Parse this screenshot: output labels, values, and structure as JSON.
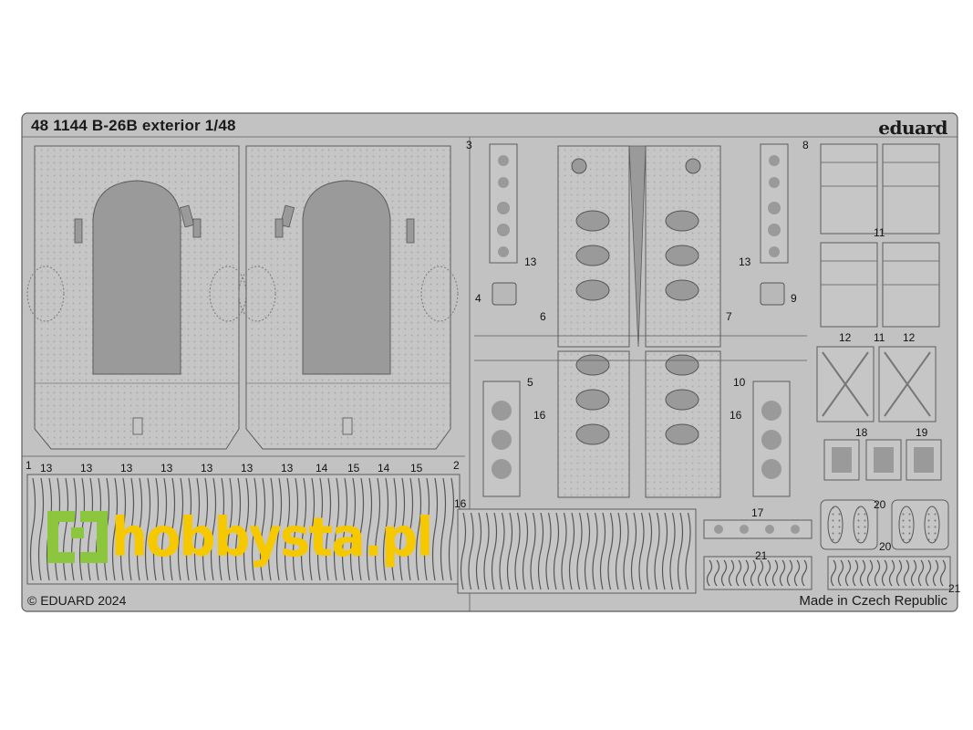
{
  "header": {
    "title": "48 1144 B-26B exterior 1/48",
    "brand": "eduard"
  },
  "footer": {
    "copyright": "© EDUARD 2024",
    "origin": "Made in Czech Republic"
  },
  "part_numbers": {
    "n1": "1",
    "n2": "2",
    "n3": "3",
    "n4": "4",
    "n5": "5",
    "n6": "6",
    "n7": "7",
    "n8": "8",
    "n9": "9",
    "n10": "10",
    "n11": "11",
    "n12": "12",
    "n13": "13",
    "n14": "14",
    "n15": "15",
    "n16": "16",
    "n17": "17",
    "n18": "18",
    "n19": "19",
    "n20": "20",
    "n21": "21"
  },
  "watermark": {
    "text": "hobbysta.pl",
    "color": "#f5c800",
    "icon_color": "#8cc63f"
  },
  "colors": {
    "fret": "#c2c2c2",
    "outline": "#5c5c5c",
    "cutout": "#9a9a9a",
    "rivet": "#6b6b6b"
  }
}
